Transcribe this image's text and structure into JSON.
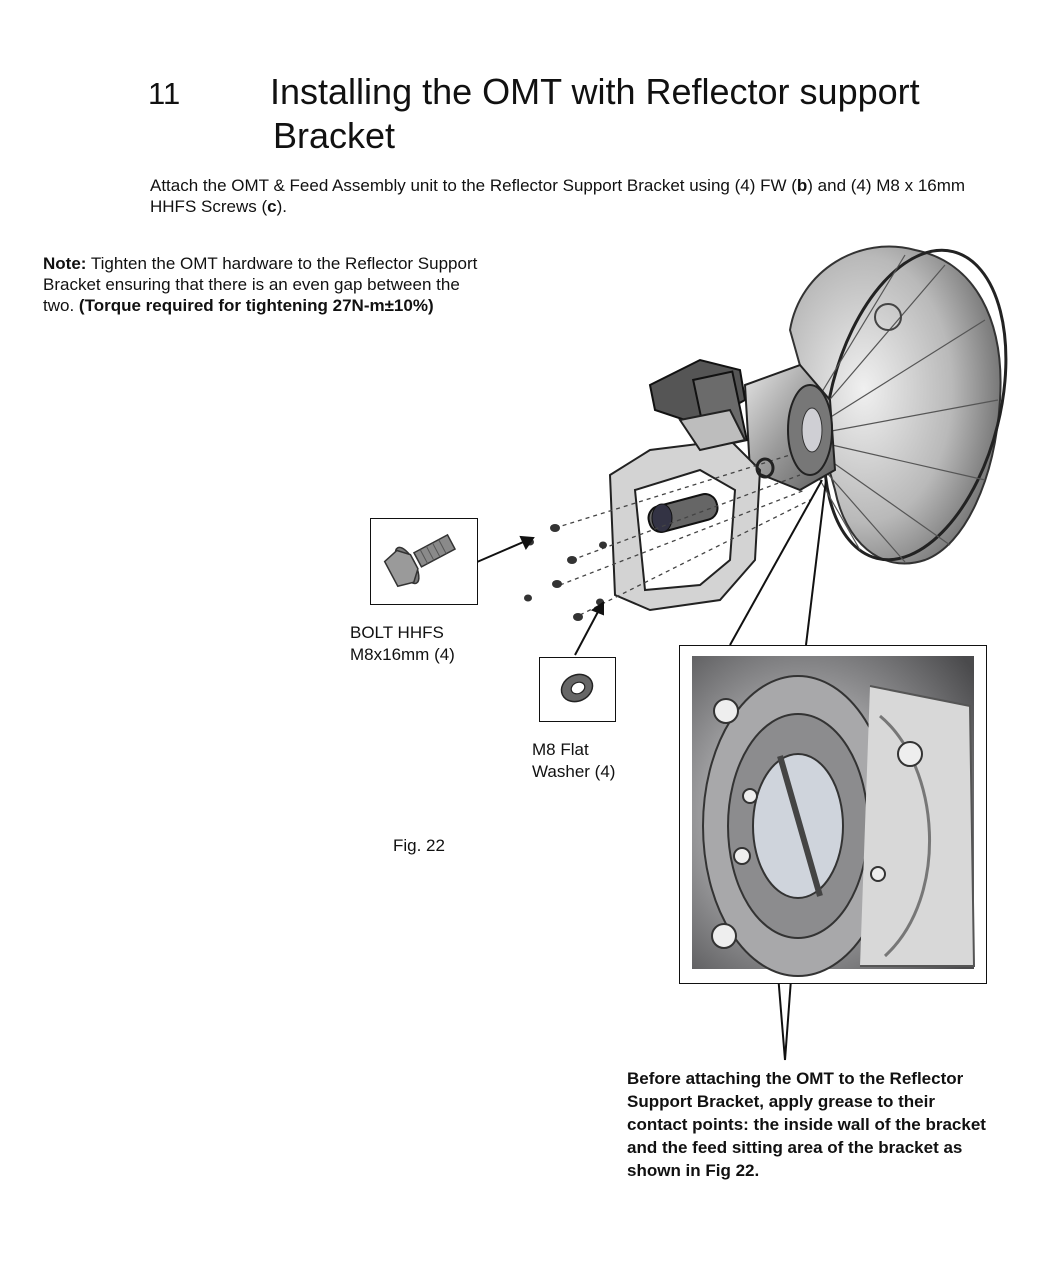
{
  "section": {
    "number": "11",
    "title_line1": "Installing the OMT with Reflector support",
    "title_line2": "Bracket"
  },
  "intro": {
    "t1": "Attach the OMT & Feed Assembly unit to the Reflector Support Bracket using (4) FW (",
    "b1": "b",
    "t2": ") and (4) M8 x 16mm HHFS Screws (",
    "b2": "c",
    "t3": ")."
  },
  "note": {
    "label": "Note:",
    "text": " Tighten the OMT hardware to the Reflector Support Bracket ensuring that there is an even gap between the two. ",
    "torque": "(Torque required for tightening 27N-m±10%)"
  },
  "callouts": {
    "bolt_line1": "BOLT HHFS",
    "bolt_line2": "M8x16mm (4)",
    "washer_line1": "M8 Flat",
    "washer_line2": "Washer (4)"
  },
  "figure_label": "Fig. 22",
  "grease_note": "Before attaching the OMT to the Reflector Support Bracket, apply grease to their contact points: the inside wall of the bracket and the feed sitting area of the bracket as shown in Fig 22.",
  "icons": [
    "bolt-icon",
    "washer-icon"
  ]
}
